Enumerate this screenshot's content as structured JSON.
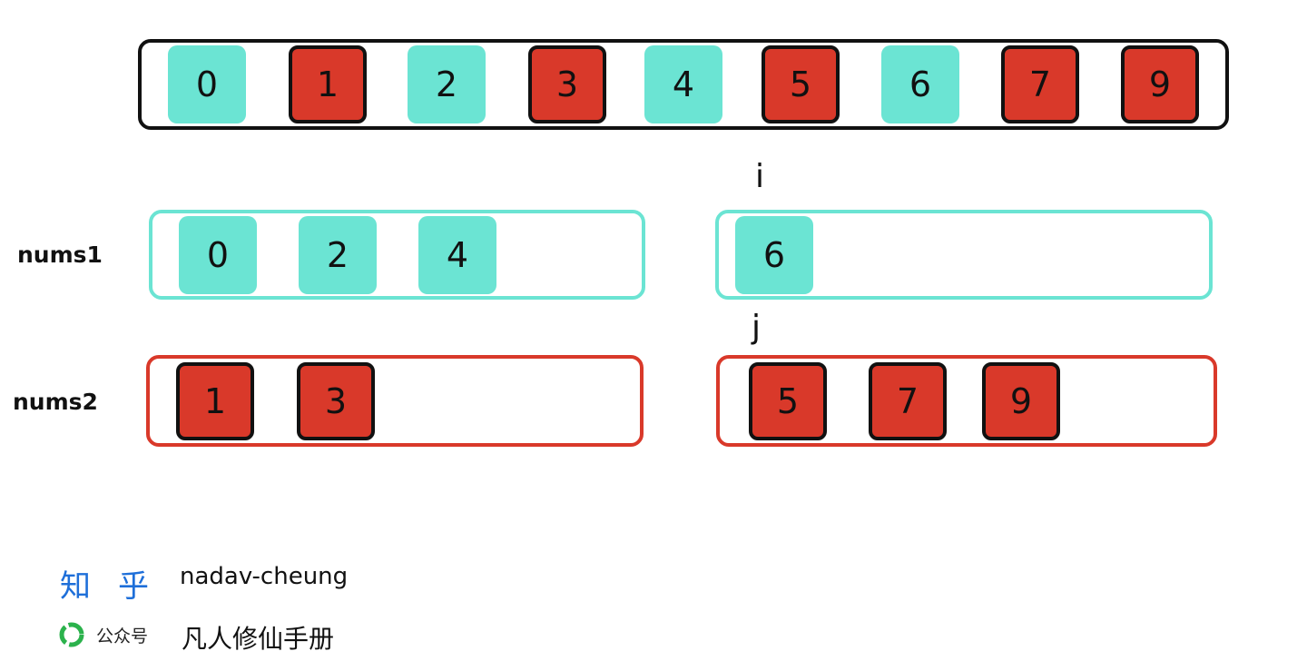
{
  "top_array": {
    "cells": [
      {
        "value": "0",
        "color": "teal"
      },
      {
        "value": "1",
        "color": "red"
      },
      {
        "value": "2",
        "color": "teal"
      },
      {
        "value": "3",
        "color": "red"
      },
      {
        "value": "4",
        "color": "teal"
      },
      {
        "value": "5",
        "color": "red"
      },
      {
        "value": "6",
        "color": "teal"
      },
      {
        "value": "7",
        "color": "red"
      },
      {
        "value": "9",
        "color": "red"
      }
    ]
  },
  "nums1": {
    "label": "nums1",
    "pointer": "i",
    "left_cells": [
      "0",
      "2",
      "4"
    ],
    "right_cells": [
      "6"
    ]
  },
  "nums2": {
    "label": "nums2",
    "pointer": "j",
    "left_cells": [
      "1",
      "3"
    ],
    "right_cells": [
      "5",
      "7",
      "9"
    ]
  },
  "footer": {
    "zhihu_logo": "知乎",
    "zhihu_author": "nadav-cheung",
    "wechat_caption": "公众号",
    "wechat_account": "凡人修仙手册"
  },
  "colors": {
    "teal": "#6be4d3",
    "red": "#d9392a",
    "outline": "#111111",
    "zhihu_blue": "#1e6fd9",
    "wechat_green": "#2bb24c"
  },
  "icons": {
    "wechat": "wechat-official-account-icon"
  }
}
